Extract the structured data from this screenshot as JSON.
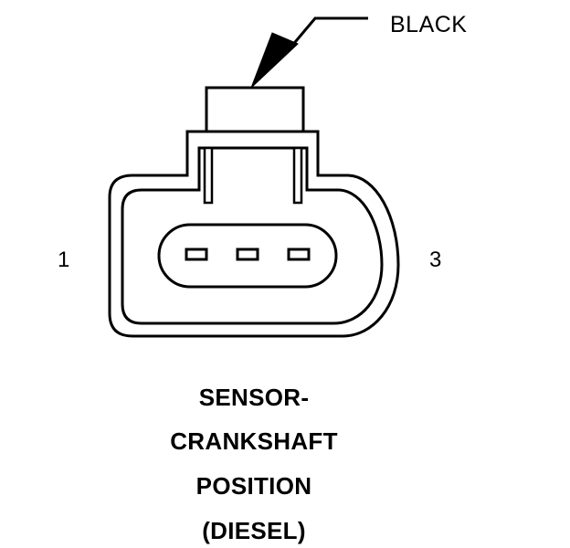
{
  "callout": {
    "label": "BLACK"
  },
  "pins": {
    "left": "1",
    "right": "3"
  },
  "caption": {
    "lines": [
      "SENSOR-",
      "CRANKSHAFT",
      "POSITION",
      "(DIESEL)"
    ]
  },
  "colors": {
    "stroke": "#000000",
    "background": "#ffffff"
  }
}
